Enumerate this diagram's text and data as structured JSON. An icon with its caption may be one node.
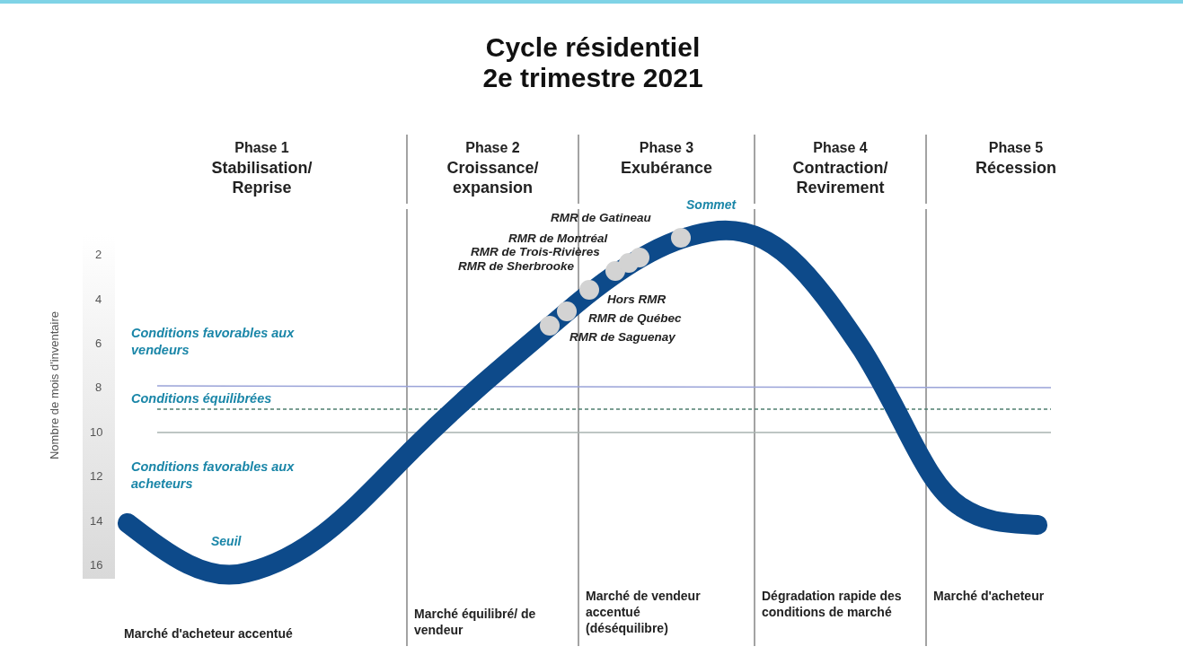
{
  "diagram": {
    "title": "Cycle résidentiel 2e trimestre 2021",
    "nodes": [
      {
        "text": [
          "Phase 1",
          "Stabilisation/ Reprise",
          "Marché d'acheteur accentué"
        ]
      },
      {
        "text": [
          "Phase 2",
          "Croissance/ expansion",
          "Marché équilibré/ de vendeur"
        ]
      },
      {
        "text": [
          "Phase 3",
          "Exubérance",
          "Marché de vendeur accentué (déséquilibre)"
        ]
      },
      {
        "text": [
          "Phase 4",
          "Contraction/ Revirement",
          "Dégradation rapide des conditions de marché"
        ]
      },
      {
        "text": [
          "Phase 5",
          "Récession",
          "Marché d'acheteur"
        ]
      }
    ],
    "labels": [
      "Nombre de mois d'inventaire",
      "2",
      "4",
      "6",
      "8",
      "10",
      "12",
      "14",
      "16",
      "Conditions favorables aux vendeurs",
      "Conditions équilibrées",
      "Conditions favorables aux acheteurs",
      "Seuil",
      "Sommet",
      "RMR de Gatineau",
      "RMR de Montréal",
      "RMR de Trois-Rivières",
      "RMR de Sherbrooke",
      "Hors RMR",
      "RMR de Québec",
      "RMR de Saguenay"
    ]
  }
}
